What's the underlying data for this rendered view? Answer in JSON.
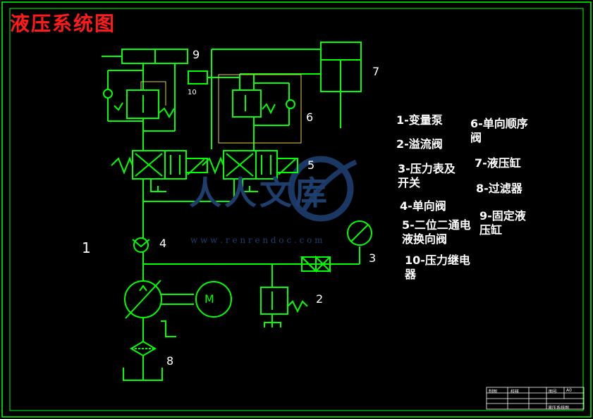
{
  "title": "液压系统图",
  "components": {
    "c1": "1",
    "c2": "2",
    "c3": "3",
    "c4": "4",
    "c5": "5",
    "c6": "6",
    "c7": "7",
    "c8": "8",
    "c9": "9",
    "c10": "10",
    "motor": "M"
  },
  "legend": [
    {
      "text": "1-变量泵"
    },
    {
      "text": "2-溢流阀"
    },
    {
      "text": "3-压力表及开关"
    },
    {
      "text": "4-单向阀"
    },
    {
      "text": "5-二位二通电液换向阀"
    },
    {
      "text": "10-压力继电器"
    },
    {
      "text": "6-单向顺序阀"
    },
    {
      "text": "7-液压缸"
    },
    {
      "text": "8-过滤器"
    },
    {
      "text": "9-固定液压缸"
    }
  ],
  "watermark": {
    "brand": "人人文库",
    "url": "w w w . r e n r e n d o c . c o m"
  },
  "title_block": {
    "r1c1": "制图",
    "r1c2": "校核",
    "r1c3": "图号",
    "r1c4": "A0",
    "r3c3": "液压系统图"
  },
  "colors": {
    "line": "#00ff00",
    "title": "#ff1a1a",
    "frame": "#00ff00",
    "yellow": "#e8d050",
    "watermark": "#1e3e6e"
  }
}
